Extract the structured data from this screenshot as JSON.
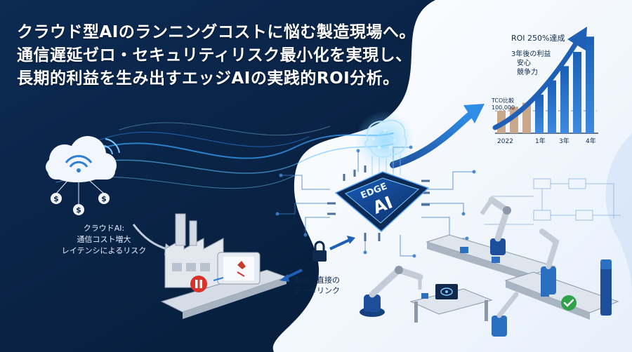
{
  "headline": {
    "line1": "クラウド型AIのランニングコストに悩む製造現場へ。",
    "line2": "通信遅延ゼロ・セキュリティリスク最小化を実現し、",
    "line3": "長期的利益を生み出すエッジAIの実践的ROI分析。"
  },
  "cloud_caption": {
    "line1": "クラウドAI:",
    "line2": "通信コスト増大",
    "line3": "レイテンシによるリスク"
  },
  "link_caption": {
    "line1": "安心、直接の",
    "line2": "データリンク"
  },
  "chip_label": {
    "line1": "EDGE",
    "line2": "AI"
  },
  "roi_panel": {
    "title": "ROI 250%達成",
    "notes": [
      "3年後の利益",
      "安心",
      "競争力"
    ],
    "tco_label": "TCO比較",
    "tco_value": "100,000"
  },
  "chart_data": {
    "type": "bar",
    "categories": [
      "2022",
      "1年",
      "3年",
      "4年"
    ],
    "values": [
      22,
      26,
      30,
      38,
      52,
      66,
      80,
      95
    ],
    "tick_labels": [
      "2022",
      "1年",
      "3年",
      "4年"
    ]
  },
  "icons": {
    "currency": "$",
    "cloud": "cloud-wifi-icon",
    "lock": "lock-icon",
    "check": "check-icon",
    "stop": "stop-icon",
    "eye": "eye-monitor-icon"
  },
  "colors": {
    "navy": "#0b2344",
    "accent_blue": "#2f7fd6",
    "bar_beige": "#c9a78a",
    "bar_blue": "#2b6fc0",
    "danger_red": "#d9342b",
    "ok_green": "#2fa24a"
  }
}
